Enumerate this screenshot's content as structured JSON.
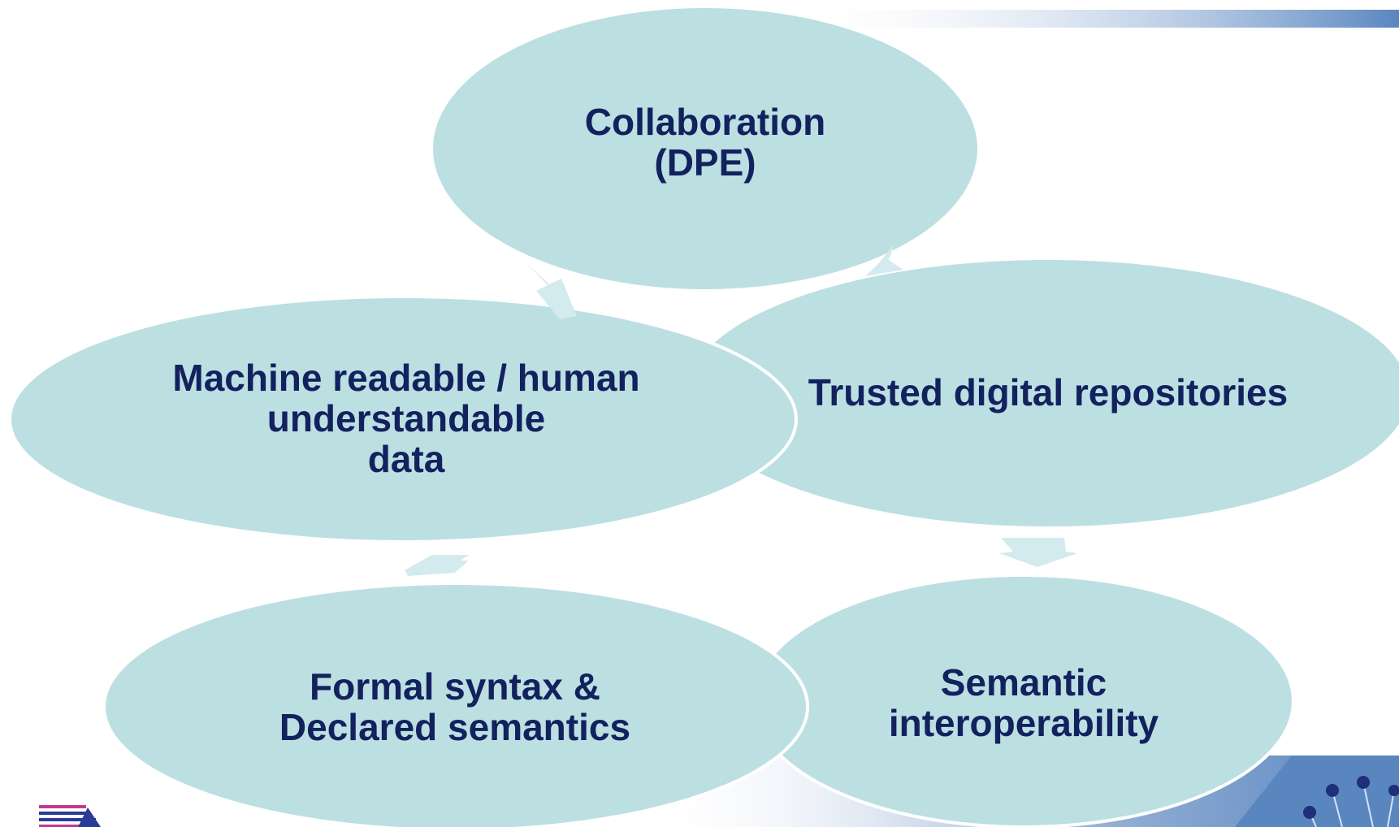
{
  "colors": {
    "ellipse_fill": "#bcdfe2",
    "ellipse_stroke": "#ffffff",
    "text": "#13215e",
    "arrow_fill": "#d3ebee",
    "banner_gradient_end": "#5a86c0"
  },
  "nodes": [
    {
      "id": "collaboration",
      "label": "Collaboration\n(DPE)"
    },
    {
      "id": "trusted-repositories",
      "label": "Trusted digital repositories"
    },
    {
      "id": "semantic-interoperability",
      "label": "Semantic\ninteroperability"
    },
    {
      "id": "formal-syntax",
      "label": "Formal syntax   &\nDeclared semantics"
    },
    {
      "id": "machine-readable",
      "label": "Machine readable / human\nunderstandable\ndata"
    }
  ],
  "icons": {
    "logo": "logo-icon",
    "decoration": "dot-cluster-icon"
  }
}
